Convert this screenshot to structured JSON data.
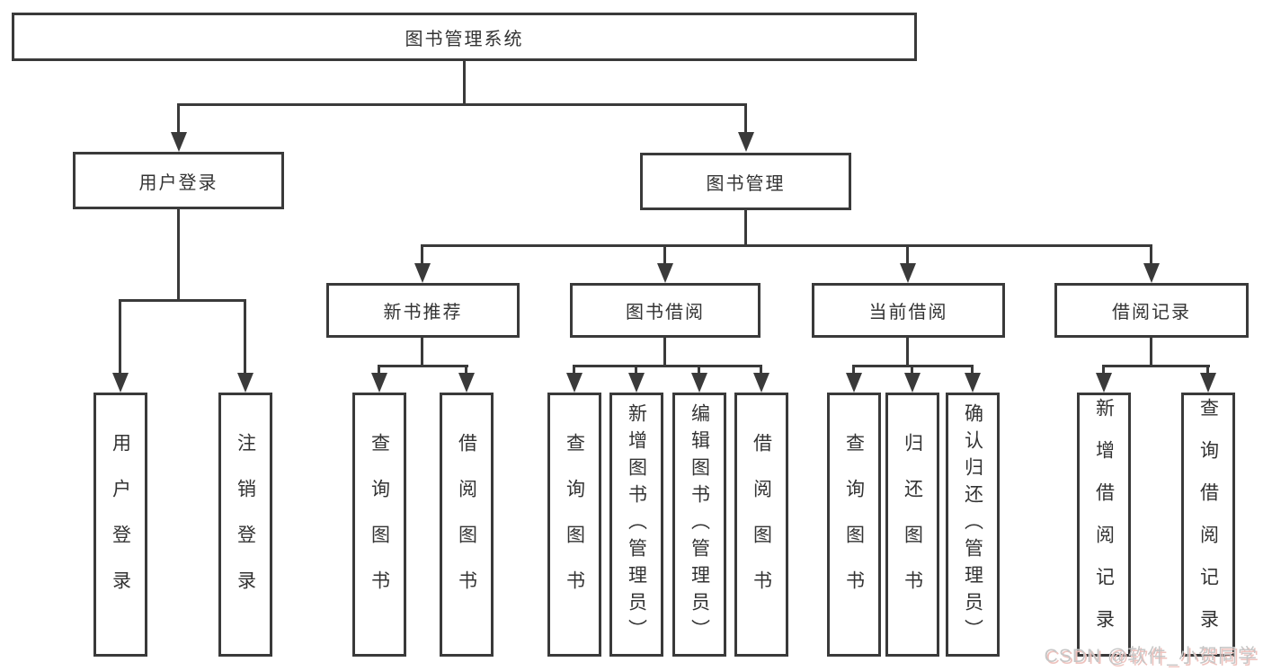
{
  "diagram": {
    "root": {
      "label": "图书管理系统"
    },
    "user_branch": {
      "label": "用户登录",
      "children": [
        {
          "label": "用户登录"
        },
        {
          "label": "注销登录"
        }
      ]
    },
    "book_branch": {
      "label": "图书管理",
      "groups": [
        {
          "label": "新书推荐",
          "children": [
            {
              "label": "查询图书"
            },
            {
              "label": "借阅图书"
            }
          ]
        },
        {
          "label": "图书借阅",
          "children": [
            {
              "label": "查询图书"
            },
            {
              "label": "新增图书（管理员）"
            },
            {
              "label": "编辑图书（管理员）"
            },
            {
              "label": "借阅图书"
            }
          ]
        },
        {
          "label": "当前借阅",
          "children": [
            {
              "label": "查询图书"
            },
            {
              "label": "归还图书"
            },
            {
              "label": "确认归还（管理员）"
            }
          ]
        },
        {
          "label": "借阅记录",
          "children": [
            {
              "label": "新增借阅记录"
            },
            {
              "label": "查询借阅记录"
            }
          ]
        }
      ]
    }
  },
  "watermark": {
    "text": "CSDN @软件_小贺同学"
  },
  "colors": {
    "line": "#3a3a3a",
    "box_border": "#3a3a3a",
    "text": "#333333",
    "background": "#ffffff",
    "watermark": "#c6c6c6",
    "watermark_shadow": "#eec2bd"
  }
}
